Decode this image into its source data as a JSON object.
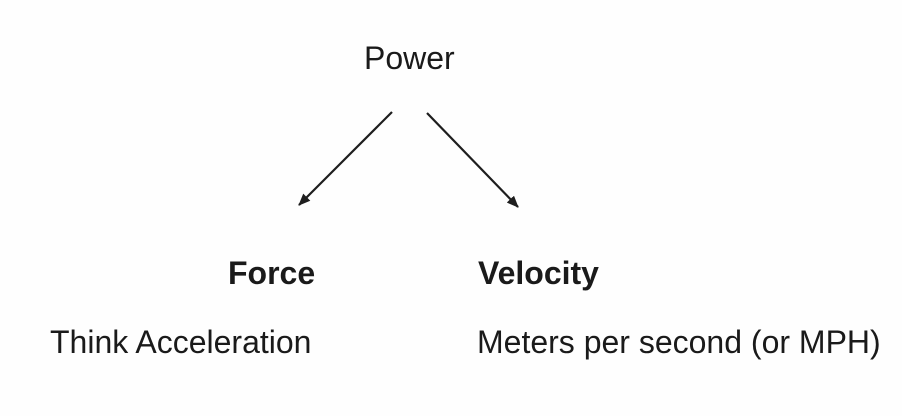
{
  "diagram": {
    "root": {
      "label": "Power"
    },
    "branches": [
      {
        "term": "Force",
        "note": "Think Acceleration"
      },
      {
        "term": "Velocity",
        "note": "Meters per second (or MPH)"
      }
    ],
    "colors": {
      "background": "#fefefe",
      "text": "#1a1a1a",
      "arrow": "#1e1e1e"
    }
  }
}
